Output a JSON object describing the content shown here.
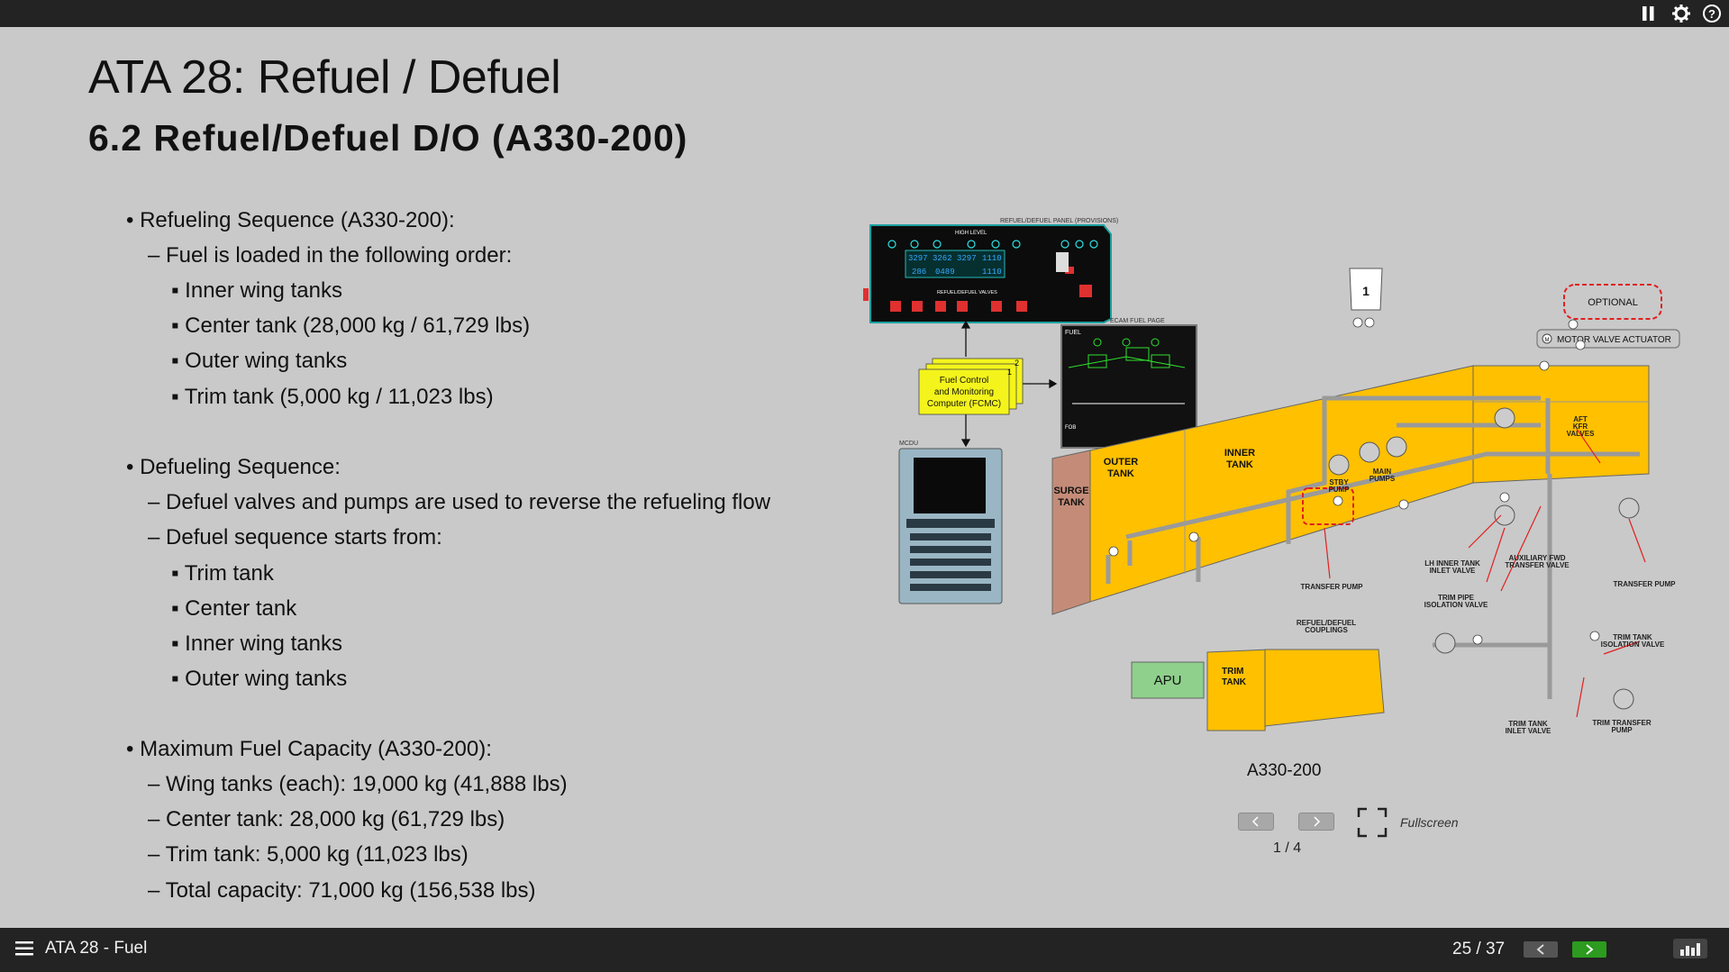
{
  "header": {
    "icons": [
      "pause-icon",
      "gear-icon",
      "help-icon"
    ]
  },
  "slide": {
    "title": "ATA 28: Refuel / Defuel",
    "subtitle": "6.2 Refuel/Defuel D/O (A330-200)",
    "bullets": [
      {
        "level": 1,
        "text": "• Refueling Sequence (A330-200):"
      },
      {
        "level": 2,
        "text": "– Fuel is loaded in the following order:"
      },
      {
        "level": 3,
        "text": "▪ Inner wing tanks"
      },
      {
        "level": 3,
        "text": "▪ Center tank (28,000 kg / 61,729 lbs)"
      },
      {
        "level": 3,
        "text": "▪ Outer wing tanks"
      },
      {
        "level": 3,
        "text": "▪ Trim tank (5,000 kg / 11,023 lbs)"
      },
      {
        "level": 1,
        "text": "• Defueling Sequence:"
      },
      {
        "level": 2,
        "text": "– Defuel valves and pumps are used to reverse the refueling flow"
      },
      {
        "level": 2,
        "text": "– Defuel sequence starts from:"
      },
      {
        "level": 3,
        "text": "▪ Trim tank"
      },
      {
        "level": 3,
        "text": "▪ Center tank"
      },
      {
        "level": 3,
        "text": "▪ Inner wing tanks"
      },
      {
        "level": 3,
        "text": "▪ Outer wing tanks"
      },
      {
        "level": 1,
        "text": "• Maximum Fuel Capacity (A330-200):"
      },
      {
        "level": 2,
        "text": "– Wing tanks (each): 19,000 kg (41,888 lbs)"
      },
      {
        "level": 2,
        "text": "– Center tank: 28,000 kg (61,729 lbs)"
      },
      {
        "level": 2,
        "text": "– Trim tank: 5,000 kg (11,023 lbs)"
      },
      {
        "level": 2,
        "text": "– Total capacity: 71,000 kg (156,538 lbs)"
      }
    ]
  },
  "diagram": {
    "panel_title": "REFUEL/DEFUEL PANEL (PROVISIONS)",
    "panel_high_level": "HIGH LEVEL",
    "panel_valves": "REFUEL/DEFUEL VALVES",
    "panel_digits": [
      "3297",
      "3262",
      "3297",
      "1110",
      "286",
      "0489",
      "1110"
    ],
    "ecam_title": "ECAM FUEL PAGE",
    "ecam_fuel": "FUEL",
    "ecam_fob": "FOB",
    "mcdu_title": "MCDU",
    "fcmc_label": [
      "Fuel Control",
      "and Monitoring",
      "Computer (FCMC)"
    ],
    "fcmc_tags": [
      "1",
      "2"
    ],
    "optional": "OPTIONAL",
    "motor_valve": "MOTOR VALVE ACTUATOR",
    "motor_symbol": "M",
    "one_label": "1",
    "surge_tank": [
      "SURGE",
      "TANK"
    ],
    "outer_tank": [
      "OUTER",
      "TANK"
    ],
    "inner_tank": [
      "INNER",
      "TANK"
    ],
    "stby_pump": [
      "STBY",
      "PUMP"
    ],
    "main_pumps": [
      "MAIN",
      "PUMPS"
    ],
    "aft_kfr": [
      "AFT",
      "KFR",
      "VALVES"
    ],
    "aux_fwd": [
      "AUXILIARY FWD",
      "TRANSFER VALVE"
    ],
    "transfer_pump_r": "TRANSFER PUMP",
    "transfer_pump_l": "TRANSFER PUMP",
    "lh_inner": [
      "LH INNER TANK",
      "INLET VALVE"
    ],
    "trim_pipe": [
      "TRIM PIPE",
      "ISOLATION VALVE"
    ],
    "couplings": [
      "REFUEL/DEFUEL",
      "COUPLINGS"
    ],
    "apu": "APU",
    "trim_tank": [
      "TRIM",
      "TANK"
    ],
    "trim_iso": [
      "TRIM TANK",
      "ISOLATION VALVE"
    ],
    "trim_inlet": [
      "TRIM TANK",
      "INLET VALVE"
    ],
    "trim_transfer": [
      "TRIM TRANSFER",
      "PUMP"
    ]
  },
  "gallery": {
    "caption": "A330-200",
    "fullscreen_label": "Fullscreen",
    "counter": "1 / 4"
  },
  "footer": {
    "course_title": "ATA 28 - Fuel",
    "page_counter": "25 / 37"
  },
  "colors": {
    "background": "#c9c9c9",
    "bar": "#232323",
    "tank_yellow": "#ffc000",
    "next_green": "#2c9b1f",
    "fcmc_yellow": "#f4f41c",
    "apu_green": "#8fd08c",
    "alert_red": "#e02020"
  }
}
